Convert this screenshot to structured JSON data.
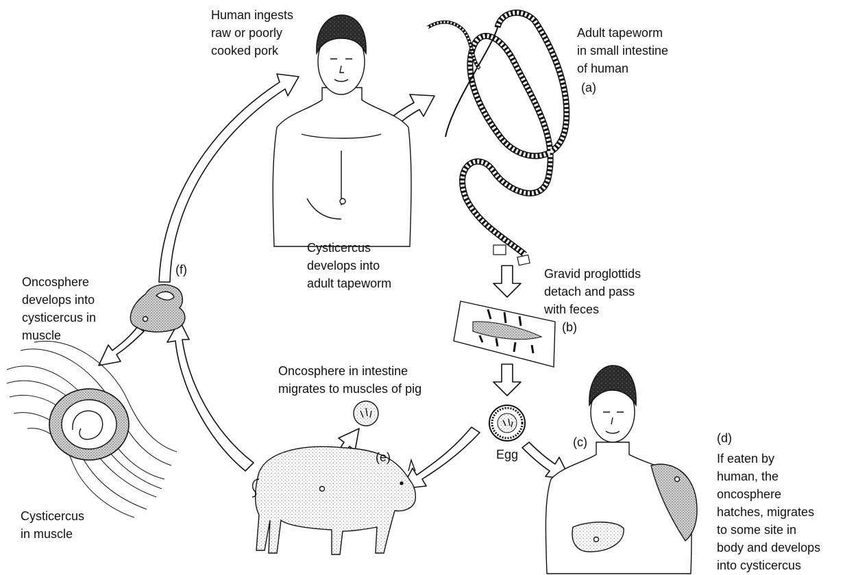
{
  "labels": {
    "human_ingests": [
      "Human ingests",
      "raw or poorly",
      "cooked pork"
    ],
    "adult_tapeworm": [
      "Adult tapeworm",
      "in small intestine",
      "of human"
    ],
    "cysticercus_develops": [
      "Cysticercus",
      "develops into",
      "adult tapeworm"
    ],
    "gravid_proglottids": [
      "Gravid proglottids",
      "detach and pass",
      "with feces"
    ],
    "oncosphere_cysticercus": [
      "Oncosphere",
      "develops into",
      "cysticercus in",
      "muscle"
    ],
    "oncosphere_intestine": [
      "Oncosphere in intestine",
      "migrates to muscles of pig"
    ],
    "egg": "Egg",
    "cysticercus_muscle": [
      "Cysticercus",
      "in muscle"
    ],
    "if_eaten": [
      "If eaten by",
      "human, the",
      "oncosphere",
      "hatches, migrates",
      "to some site in",
      "body and develops",
      "into cysticercus"
    ]
  },
  "stage_tags": {
    "a": "(a)",
    "b": "(b)",
    "c": "(c)",
    "d": "(d)",
    "e": "(e)",
    "f": "(f)"
  },
  "colors": {
    "ink": "#111111",
    "arrow_fill": "#ffffff",
    "stipple": "#9a9a9a",
    "hair": "#1a1a1a"
  }
}
